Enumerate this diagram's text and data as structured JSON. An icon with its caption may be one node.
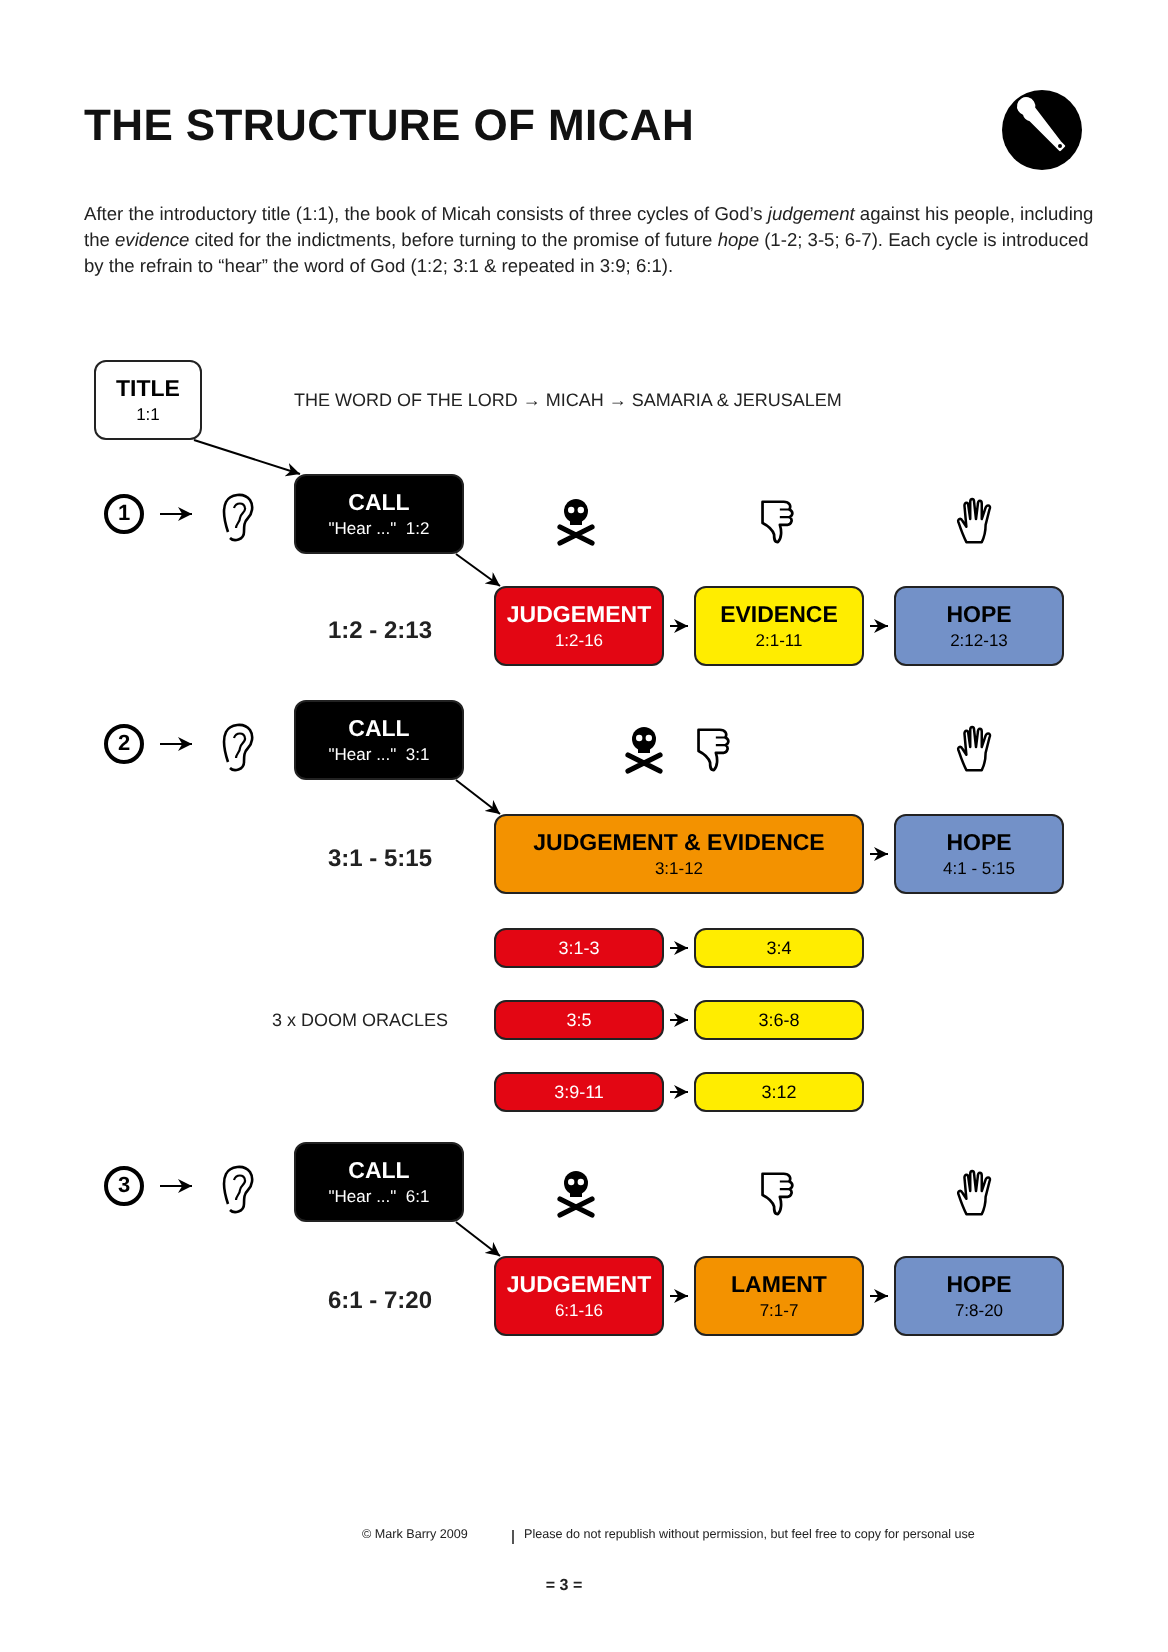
{
  "diagram": {
    "title": "THE STRUCTURE OF MICAH",
    "nodes": [
      {
        "text": [
          "TITLE",
          "1:1"
        ]
      },
      {
        "text": [
          "1"
        ]
      },
      {
        "text": [],
        "shape": "picture"
      },
      {
        "text": [
          "CALL",
          "\"Hear ...\"  1:2"
        ]
      },
      {
        "text": [
          "JUDGEMENT",
          "1:2-16"
        ]
      },
      {
        "text": [
          "EVIDENCE",
          "2:1-11"
        ]
      },
      {
        "text": [
          "HOPE",
          "2:12-13"
        ]
      },
      {
        "text": [
          "2"
        ]
      },
      {
        "text": [],
        "shape": "picture"
      },
      {
        "text": [
          "CALL",
          "\"Hear ...\"  3:1"
        ]
      },
      {
        "text": [
          "JUDGEMENT & EVIDENCE",
          "3:1-12"
        ]
      },
      {
        "text": [
          "HOPE",
          "4:1 - 5:15"
        ]
      },
      {
        "text": [
          "3:1-3"
        ]
      },
      {
        "text": [
          "3:4"
        ]
      },
      {
        "text": [
          "3:5"
        ]
      },
      {
        "text": [
          "3:6-8"
        ]
      },
      {
        "text": [
          "3:9-11"
        ]
      },
      {
        "text": [
          "3:12"
        ]
      },
      {
        "text": [
          "3"
        ]
      },
      {
        "text": [],
        "shape": "picture"
      },
      {
        "text": [
          "CALL",
          "\"Hear ...\"  6:1"
        ]
      },
      {
        "text": [
          "JUDGEMENT",
          "6:1-16"
        ]
      },
      {
        "text": [
          "LAMENT",
          "7:1-7"
        ]
      },
      {
        "text": [
          "HOPE",
          "7:8-20"
        ]
      }
    ],
    "edges": [
      {
        "from": 0,
        "to": 3,
        "arrow": "to"
      },
      {
        "from": 1,
        "to": 2,
        "arrow": "to"
      },
      {
        "from": 3,
        "to": 4,
        "arrow": "to"
      },
      {
        "from": 4,
        "to": 5,
        "arrow": "to"
      },
      {
        "from": 5,
        "to": 6,
        "arrow": "to"
      },
      {
        "from": 7,
        "to": 8,
        "arrow": "to"
      },
      {
        "from": 9,
        "to": 10,
        "arrow": "to"
      },
      {
        "from": 10,
        "to": 11,
        "arrow": "to"
      },
      {
        "from": 12,
        "to": 13,
        "arrow": "to"
      },
      {
        "from": 14,
        "to": 15,
        "arrow": "to"
      },
      {
        "from": 16,
        "to": 17,
        "arrow": "to"
      },
      {
        "from": 18,
        "to": 19,
        "arrow": "to"
      },
      {
        "from": 20,
        "to": 21,
        "arrow": "to"
      },
      {
        "from": 21,
        "to": 22,
        "arrow": "to"
      },
      {
        "from": 22,
        "to": 23,
        "arrow": "to"
      }
    ],
    "labels": [
      "After the introductory title (1:1), the book of Micah consists of three cycles of God’s *judgement* against his people, including the *evidence* cited for the indictments, before turning to the promise of future *hope* (1-2; 3-5; 6-7). Each cycle is introduced by the refrain to “hear” the word of God (1:2; 3:1 & repeated in 3:9; 6:1).",
      "THE WORD OF THE LORD → MICAH → SAMARIA & JERUSALEM",
      "1:2 - 2:13",
      "3:1 - 5:15",
      "3 x DOOM ORACLES",
      "6:1 - 7:20",
      "© Mark Barry 2009",
      "Please do not republish without permission, but feel free to copy for personal use",
      "= 3 ="
    ]
  }
}
